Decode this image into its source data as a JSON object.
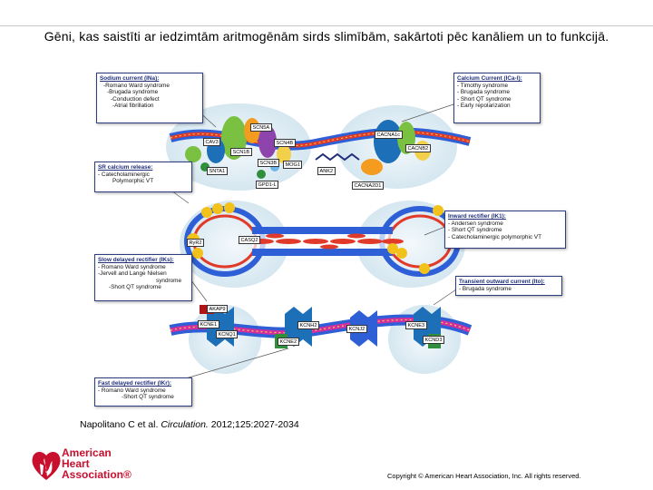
{
  "title": "Gēni, kas saistīti ar iedzimtām aritmogēnām sirds slimībām, sakārtoti pēc kanāliem un to funkcijā.",
  "boxes": {
    "sodium": {
      "heading": "Sodium current (INa):",
      "lines": [
        "-Romano Ward syndrome",
        "-Brugada syndrome",
        "-Conduction defect",
        "-Atrial fibrillation"
      ]
    },
    "calcium": {
      "heading": "Calcium Current (ICa-l):",
      "lines": [
        "- Timothy syndrome",
        "- Brugada syndrome",
        "- Short QT syndrome",
        "- Early repolarization"
      ]
    },
    "sr": {
      "heading": "SR calcium release:",
      "lines": [
        "- Catecholaminergic",
        "Polymorphic VT"
      ]
    },
    "inward": {
      "heading": "Inward rectifier (IK1):",
      "lines": [
        "- Andersen syndrome",
        "- Short QT syndrome",
        "- Catecholaminergic polymorphic VT"
      ]
    },
    "slow": {
      "heading": "Slow delayed rectifier (IKs):",
      "lines": [
        "- Romano Ward syndrome",
        "-Jervell and Lange Nielsen",
        "syndrome",
        "-Short QT syndrome"
      ]
    },
    "transient": {
      "heading": "Transient outward current (Ito):",
      "lines": [
        "- Brugada syndrome"
      ]
    },
    "fast": {
      "heading": "Fast delayed rectifier (IKr):",
      "lines": [
        "- Romano Ward syndrome",
        "-Short QT syndrome"
      ]
    }
  },
  "genes": {
    "scn5a": "SCN5A",
    "cav3": "CAV3",
    "scn1b": "SCN1B",
    "scn4b": "SCN4B",
    "scn3b": "SCN3B",
    "snta1": "SNTA1",
    "gpd1l": "GPD1-L",
    "mog1": "MOG1",
    "ank2": "ANK2",
    "cacna2d1": "CACNA2D1",
    "cacna1c": "CACNA1c",
    "cacnb2": "CACNB2",
    "ryr2": "RyR2",
    "casq2": "CASQ2",
    "akap9": "AKAP9",
    "kcne1": "KCNE1",
    "kcnq1": "KCNQ1",
    "kcnh2": "KCNH2",
    "kcne2": "KCNE2",
    "kcnj2": "KCNJ2",
    "kcne3": "KCNE3",
    "kcnd3": "KCND3"
  },
  "citation": {
    "authors": "Napolitano C et al. ",
    "journal": "Circulation.",
    "ref": " 2012;125:2027-2034"
  },
  "logo": {
    "line1": "American",
    "line2": "Heart",
    "line3": "Association®"
  },
  "copyright": "Copyright © American Heart Association, Inc. All rights reserved.",
  "colors": {
    "membrane_red": "#e13a2a",
    "membrane_blue": "#2f5fd6",
    "box_border": "#2d3e80",
    "aha_red": "#c8102e"
  }
}
